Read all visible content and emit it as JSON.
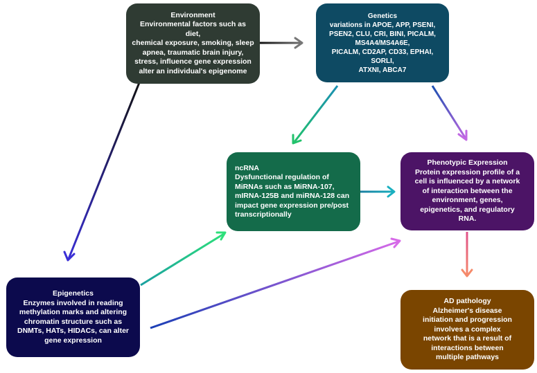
{
  "nodes": {
    "environment": {
      "title": "Environment",
      "lines": [
        "Environmental factors such as diet,",
        "chemical exposure, smoking, sleep",
        "apnea, traumatic brain injury,",
        "stress, influence gene expression",
        "alter an individual's epigenome"
      ],
      "color": "#2f3b33"
    },
    "genetics": {
      "title": "Genetics",
      "lines": [
        "variations in APOE, APP, PSENI,",
        "PSEN2, CLU, CRI, BINI, PICALM,",
        "MS4A4/MS4A6E,",
        "PICALM, CD2AP, CD33, EPHAI,",
        "SORLI,",
        "ATXNI, ABCA7"
      ],
      "color": "#0e4a63"
    },
    "ncrna": {
      "title": "ncRNA",
      "lines": [
        "Dysfunctional regulation of",
        "MiRNAs such as MiRNA-107,",
        "mIRNA-125B and miRNA-128 can",
        "impact gene expression pre/post",
        "transcriptionally"
      ],
      "color": "#146b4a"
    },
    "phenotypic": {
      "title": "Phenotypic Expression",
      "lines": [
        "Protein expression profile of a",
        "cell is influenced by a network",
        "of interaction between the",
        "environment, genes,",
        "epigenetics, and regulatory",
        "RNA."
      ],
      "color": "#4c1466"
    },
    "epigenetics": {
      "title": "Epigenetics",
      "lines": [
        "Enzymes involved in reading",
        "methylation marks and altering",
        "chromatin structure such as",
        "DNMTs, HATs, HIDACs, can alter",
        "gene expression"
      ],
      "color": "#0c0a4d"
    },
    "ad": {
      "title": "AD pathology",
      "lines": [
        "Alzheimer's disease",
        "initiation and progression",
        "involves a complex",
        "network that is a result of",
        "interactions between",
        "multiple pathways"
      ],
      "color": "#7a4500"
    }
  },
  "edges": [
    {
      "from": "environment",
      "to": "genetics"
    },
    {
      "from": "environment",
      "to": "epigenetics"
    },
    {
      "from": "genetics",
      "to": "ncrna"
    },
    {
      "from": "genetics",
      "to": "phenotypic"
    },
    {
      "from": "ncrna",
      "to": "phenotypic"
    },
    {
      "from": "epigenetics",
      "to": "ncrna"
    },
    {
      "from": "epigenetics",
      "to": "phenotypic"
    },
    {
      "from": "phenotypic",
      "to": "ad"
    }
  ]
}
